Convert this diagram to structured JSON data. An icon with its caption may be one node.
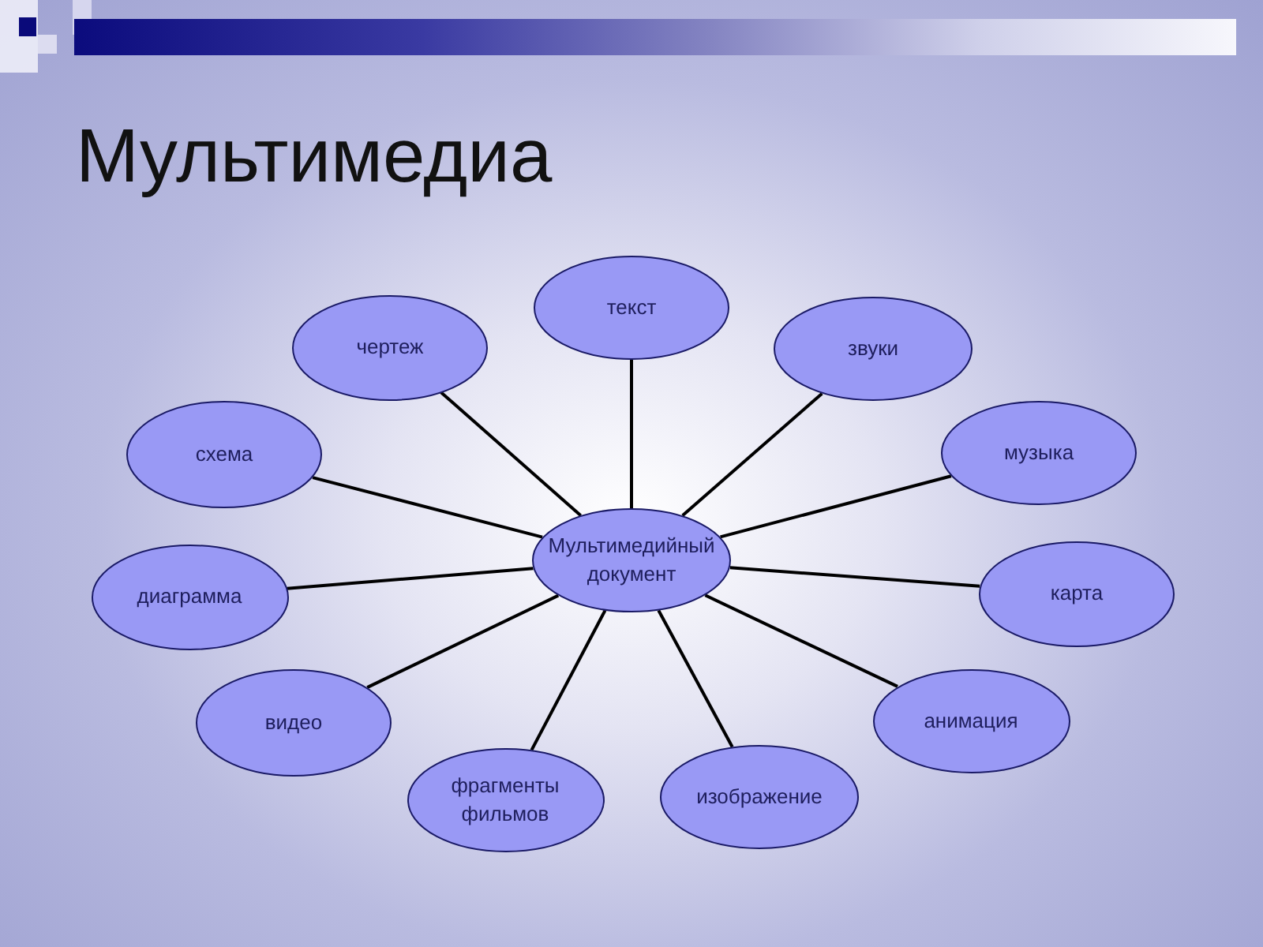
{
  "diagram": {
    "title": "Мультимедиа",
    "nodes": [
      {
        "text": [
          "Мультимедийный документ"
        ]
      },
      {
        "text": [
          "текст"
        ]
      },
      {
        "text": [
          "звуки"
        ]
      },
      {
        "text": [
          "музыка"
        ]
      },
      {
        "text": [
          "карта"
        ]
      },
      {
        "text": [
          "анимация"
        ]
      },
      {
        "text": [
          "изображение"
        ]
      },
      {
        "text": [
          "фрагменты фильмов"
        ]
      },
      {
        "text": [
          "видео"
        ]
      },
      {
        "text": [
          "диаграмма"
        ]
      },
      {
        "text": [
          "схема"
        ]
      },
      {
        "text": [
          "чертеж"
        ]
      }
    ],
    "edges": [
      {
        "from": 0,
        "to": 1,
        "arrow": "none"
      },
      {
        "from": 0,
        "to": 2,
        "arrow": "none"
      },
      {
        "from": 0,
        "to": 3,
        "arrow": "none"
      },
      {
        "from": 0,
        "to": 4,
        "arrow": "none"
      },
      {
        "from": 0,
        "to": 5,
        "arrow": "none"
      },
      {
        "from": 0,
        "to": 6,
        "arrow": "none"
      },
      {
        "from": 0,
        "to": 7,
        "arrow": "none"
      },
      {
        "from": 0,
        "to": 8,
        "arrow": "none"
      },
      {
        "from": 0,
        "to": 9,
        "arrow": "none"
      },
      {
        "from": 0,
        "to": 10,
        "arrow": "none"
      },
      {
        "from": 0,
        "to": 11,
        "arrow": "none"
      }
    ]
  }
}
